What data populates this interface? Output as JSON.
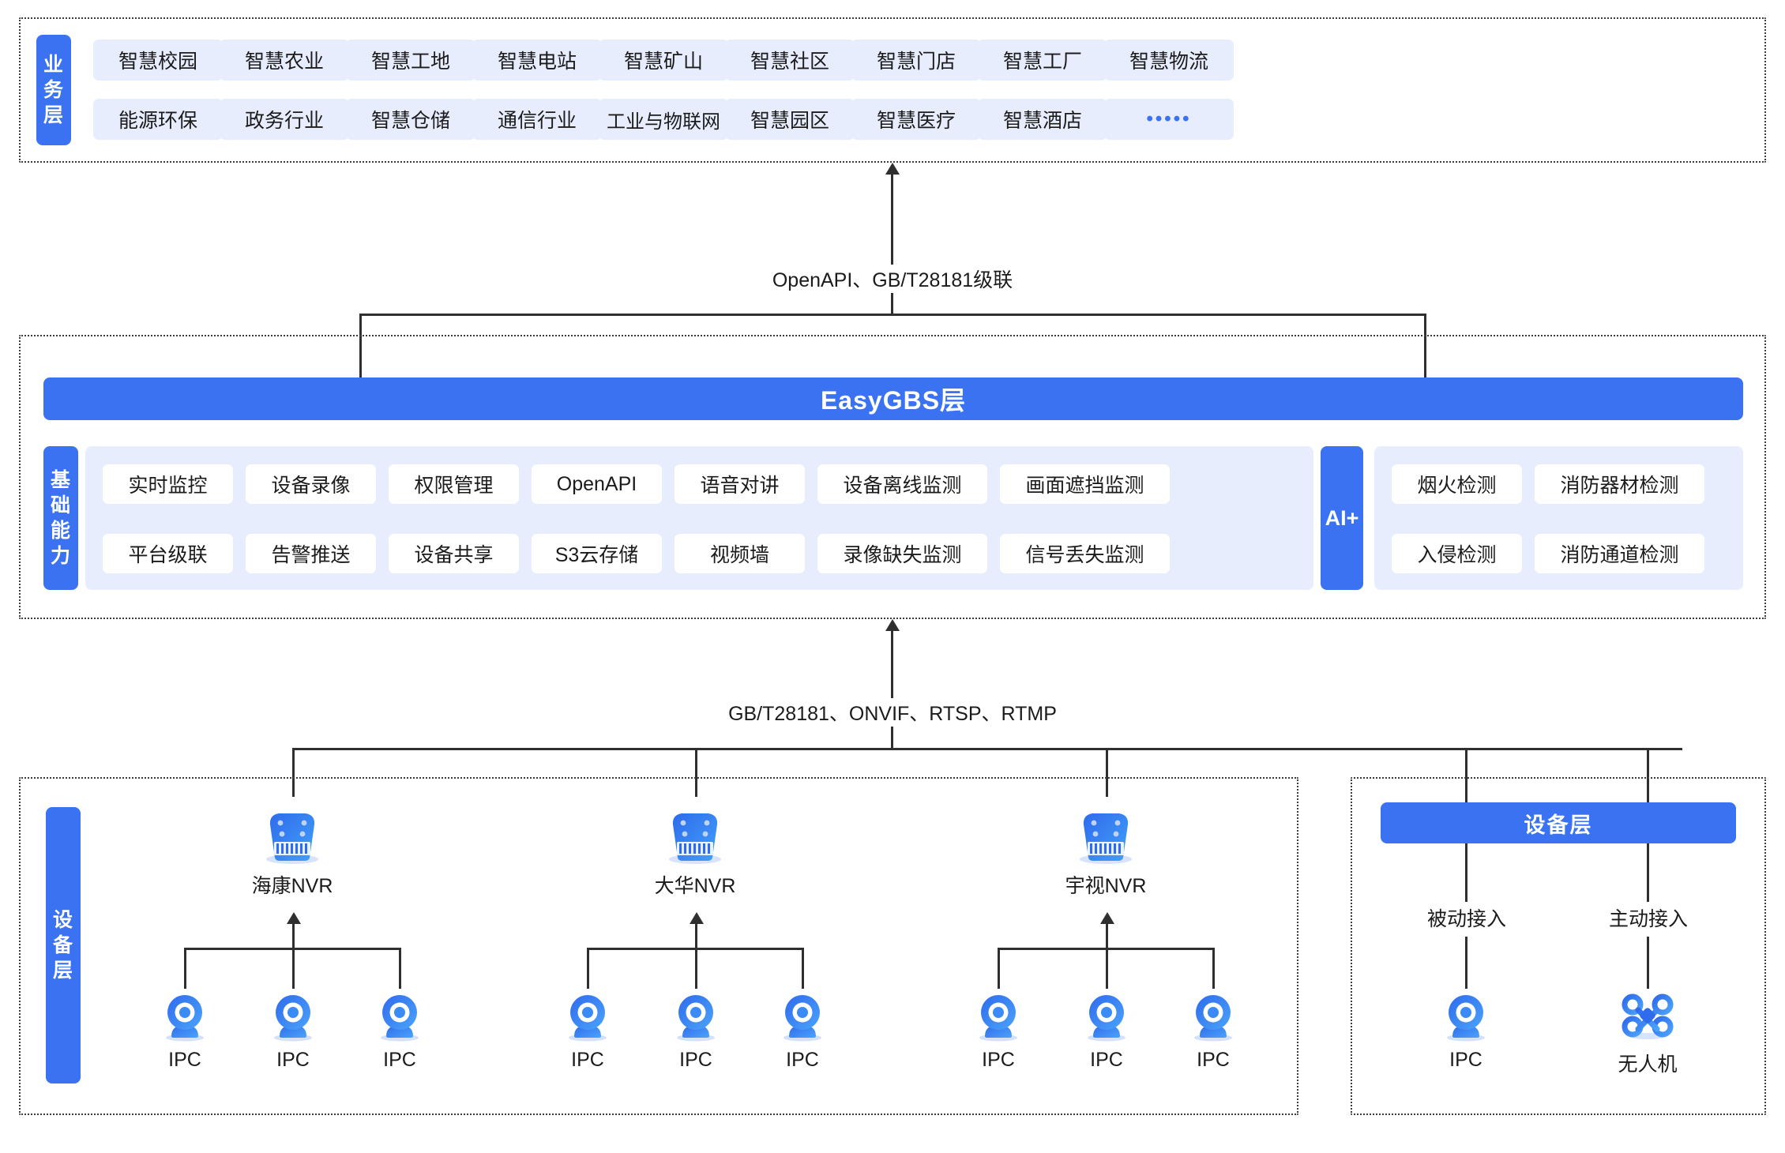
{
  "colors": {
    "brand_blue": "#3A72F2",
    "chip_bg": "#E7EDFD",
    "line": "#2F2F2F",
    "text": "#1B1B1B"
  },
  "business_layer": {
    "side_label": "业务层",
    "side_label_chars": [
      "业",
      "务",
      "层"
    ],
    "row1": [
      "智慧校园",
      "智慧农业",
      "智慧工地",
      "智慧电站",
      "智慧矿山",
      "智慧社区",
      "智慧门店",
      "智慧工厂",
      "智慧物流"
    ],
    "row2": [
      "能源环保",
      "政务行业",
      "智慧仓储",
      "通信行业",
      "工业与物联网",
      "智慧园区",
      "智慧医疗",
      "智慧酒店",
      "•••••"
    ]
  },
  "connector_top": {
    "label": "OpenAPI、GB/T28181级联"
  },
  "easygbs_layer": {
    "title": "EasyGBS层",
    "side_label": "基础能力",
    "side_label_chars": [
      "基",
      "础",
      "能",
      "力"
    ],
    "capabilities_row1": [
      "实时监控",
      "设备录像",
      "权限管理",
      "OpenAPI",
      "语音对讲",
      "设备离线监测",
      "画面遮挡监测"
    ],
    "capabilities_row2": [
      "平台级联",
      "告警推送",
      "设备共享",
      "S3云存储",
      "视频墙",
      "录像缺失监测",
      "信号丢失监测"
    ],
    "ai_label": "AI+",
    "ai_row1": [
      "烟火检测",
      "消防器材检测"
    ],
    "ai_row2": [
      "入侵检测",
      "消防通道检测"
    ]
  },
  "connector_bottom": {
    "label": "GB/T28181、ONVIF、RTSP、RTMP"
  },
  "device_layer_left": {
    "side_label": "设备层",
    "side_label_chars": [
      "设",
      "备",
      "层"
    ],
    "groups": [
      {
        "nvr_label": "海康NVR",
        "nvr_icon": "nvr-icon",
        "cameras": [
          {
            "label": "IPC",
            "icon": "ipc-camera-icon"
          },
          {
            "label": "IPC",
            "icon": "ipc-camera-icon"
          },
          {
            "label": "IPC",
            "icon": "ipc-camera-icon"
          }
        ]
      },
      {
        "nvr_label": "大华NVR",
        "nvr_icon": "nvr-icon",
        "cameras": [
          {
            "label": "IPC",
            "icon": "ipc-camera-icon"
          },
          {
            "label": "IPC",
            "icon": "ipc-camera-icon"
          },
          {
            "label": "IPC",
            "icon": "ipc-camera-icon"
          }
        ]
      },
      {
        "nvr_label": "宇视NVR",
        "nvr_icon": "nvr-icon",
        "cameras": [
          {
            "label": "IPC",
            "icon": "ipc-camera-icon"
          },
          {
            "label": "IPC",
            "icon": "ipc-camera-icon"
          },
          {
            "label": "IPC",
            "icon": "ipc-camera-icon"
          }
        ]
      }
    ]
  },
  "device_layer_right": {
    "title": "设备层",
    "branches": [
      {
        "link_label": "被动接入",
        "device_label": "IPC",
        "icon": "ipc-camera-icon"
      },
      {
        "link_label": "主动接入",
        "device_label": "无人机",
        "icon": "drone-icon"
      }
    ]
  }
}
